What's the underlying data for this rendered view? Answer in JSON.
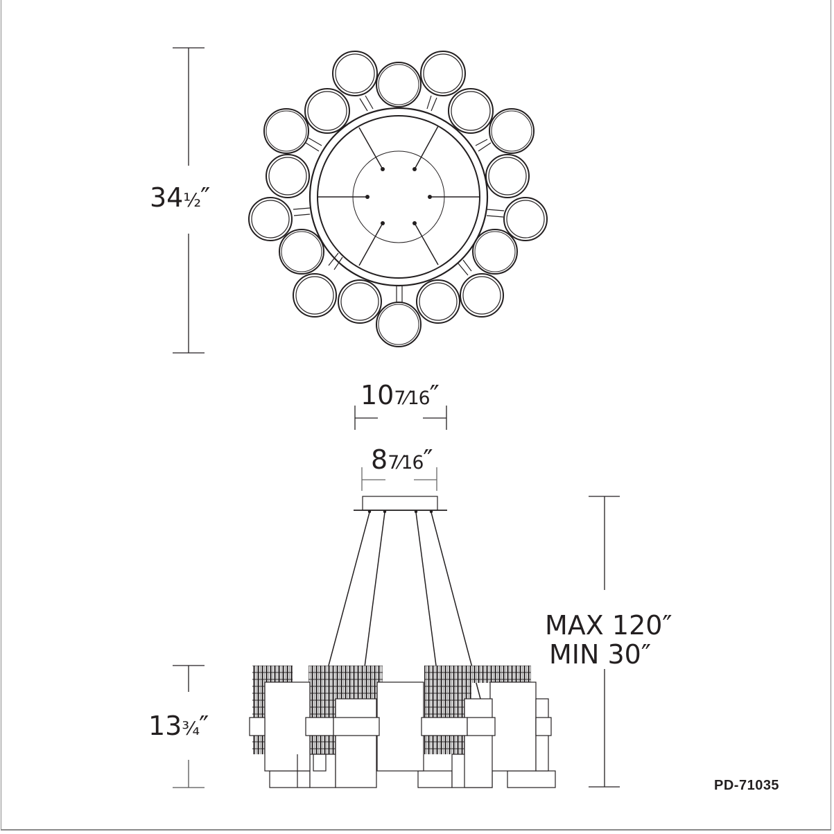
{
  "drawing": {
    "type": "product-dimension-drawing",
    "model_number": "PD-71035",
    "top_view": {
      "overall_diameter_label": "34½″",
      "overall_diameter_whole": "34",
      "overall_diameter_fraction": "½",
      "shade_count": 18,
      "suspension_points": 6
    },
    "canopy": {
      "outer_width_label": "10⁷⁄₁₆″",
      "outer_width_whole": "10",
      "outer_width_fraction": "7⁄16",
      "inner_width_label": "8⁷⁄₁₆″",
      "inner_width_whole": "8",
      "inner_width_fraction": "7⁄16"
    },
    "side_view": {
      "body_height_label": "13¾″",
      "body_height_whole": "13",
      "body_height_fraction": "¾",
      "overall_height_max": "MAX 120″",
      "overall_height_min": "MIN 30″",
      "cable_count": 4
    },
    "colors": {
      "line": "#231f20",
      "frame": "#888888",
      "background": "#ffffff"
    }
  }
}
